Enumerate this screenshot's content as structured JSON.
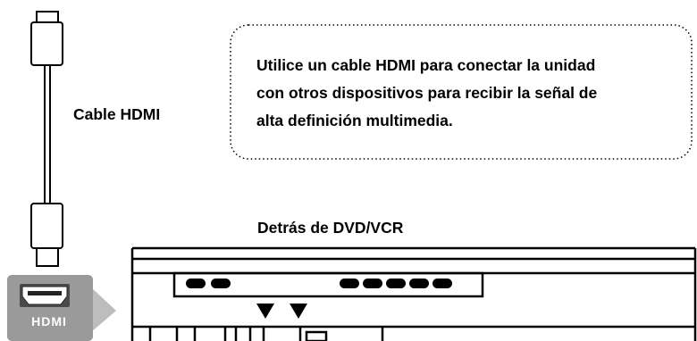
{
  "callout": {
    "lines": [
      "Utilice un cable HDMI para conectar la unidad",
      "con otros dispositivos para recibir la señal de",
      "alta definición multimedia."
    ]
  },
  "cable": {
    "label": "Cable HDMI"
  },
  "device": {
    "label": "Detrás de DVD/VCR"
  },
  "port": {
    "label": "HDMI"
  },
  "colors": {
    "port_panel": "#9a9a9a",
    "ink": "#000000",
    "background": "#ffffff"
  }
}
